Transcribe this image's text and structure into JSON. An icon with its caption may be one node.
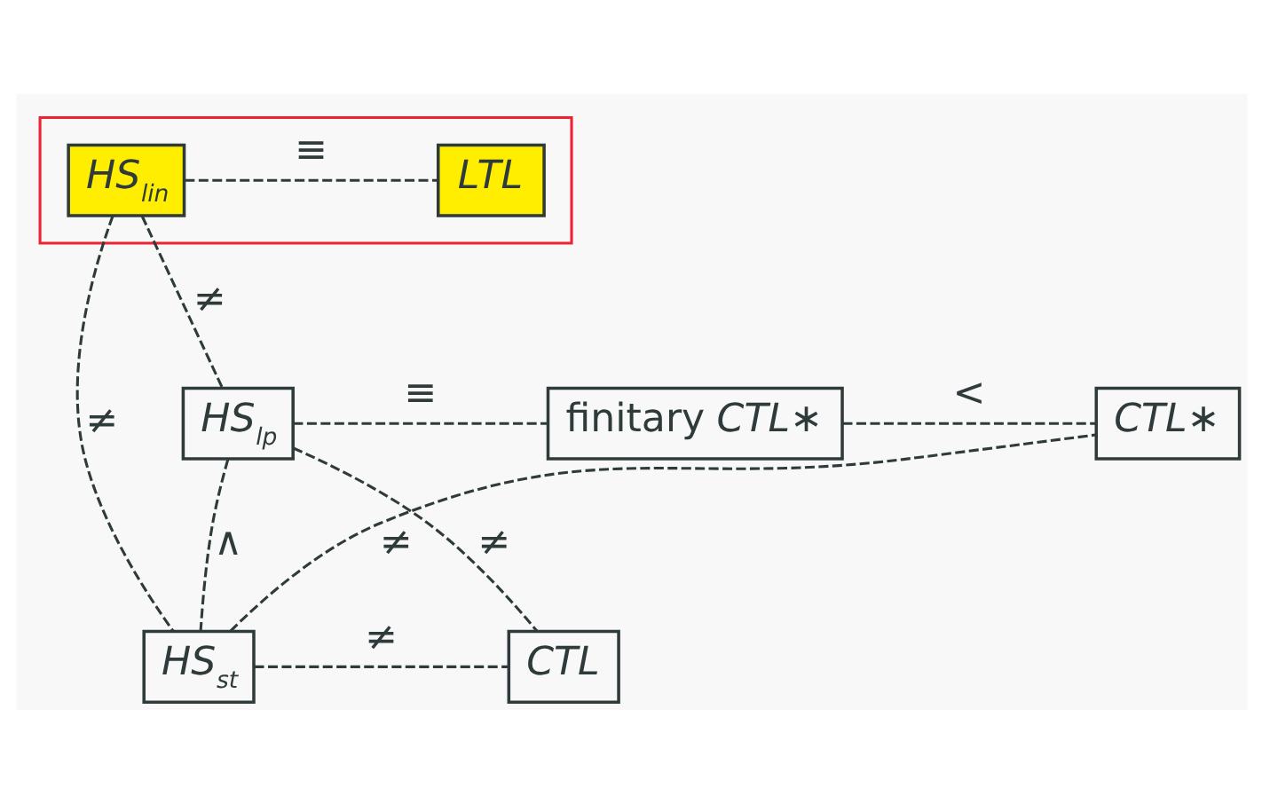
{
  "diagram": {
    "nodes": [
      {
        "text": [],
        "shape": "box"
      },
      {
        "text": [
          "HS$_{lin}$"
        ],
        "in": 0
      },
      {
        "text": [
          "LTL"
        ],
        "in": 0
      },
      {
        "text": [
          "HS$_{lp}$"
        ]
      },
      {
        "text": [
          "finitary *CTL∗*"
        ]
      },
      {
        "text": [
          "CTL∗"
        ]
      },
      {
        "text": [
          "HS$_{st}$"
        ]
      },
      {
        "text": [
          "CTL"
        ]
      }
    ],
    "edges": [
      {
        "from": 1,
        "to": 2,
        "arrow": "none",
        "label": "≡",
        "style": "dashed"
      },
      {
        "from": 1,
        "to": 3,
        "arrow": "none",
        "label": "≠",
        "style": "dashed"
      },
      {
        "from": 1,
        "to": 6,
        "arrow": "none",
        "label": "≠",
        "style": "dashed"
      },
      {
        "from": 3,
        "to": 4,
        "arrow": "none",
        "label": "≡",
        "style": "dashed"
      },
      {
        "from": 4,
        "to": 5,
        "arrow": "none",
        "label": "<",
        "style": "dashed"
      },
      {
        "from": 3,
        "to": 6,
        "arrow": "none",
        "label": "∧",
        "style": "dashed"
      },
      {
        "from": 3,
        "to": 7,
        "arrow": "none",
        "label": "≠",
        "style": "dashed"
      },
      {
        "from": 6,
        "to": 7,
        "arrow": "none",
        "label": "≠",
        "style": "dashed"
      },
      {
        "from": 6,
        "to": 5,
        "arrow": "none",
        "label": "≠",
        "style": "dashed"
      }
    ]
  }
}
